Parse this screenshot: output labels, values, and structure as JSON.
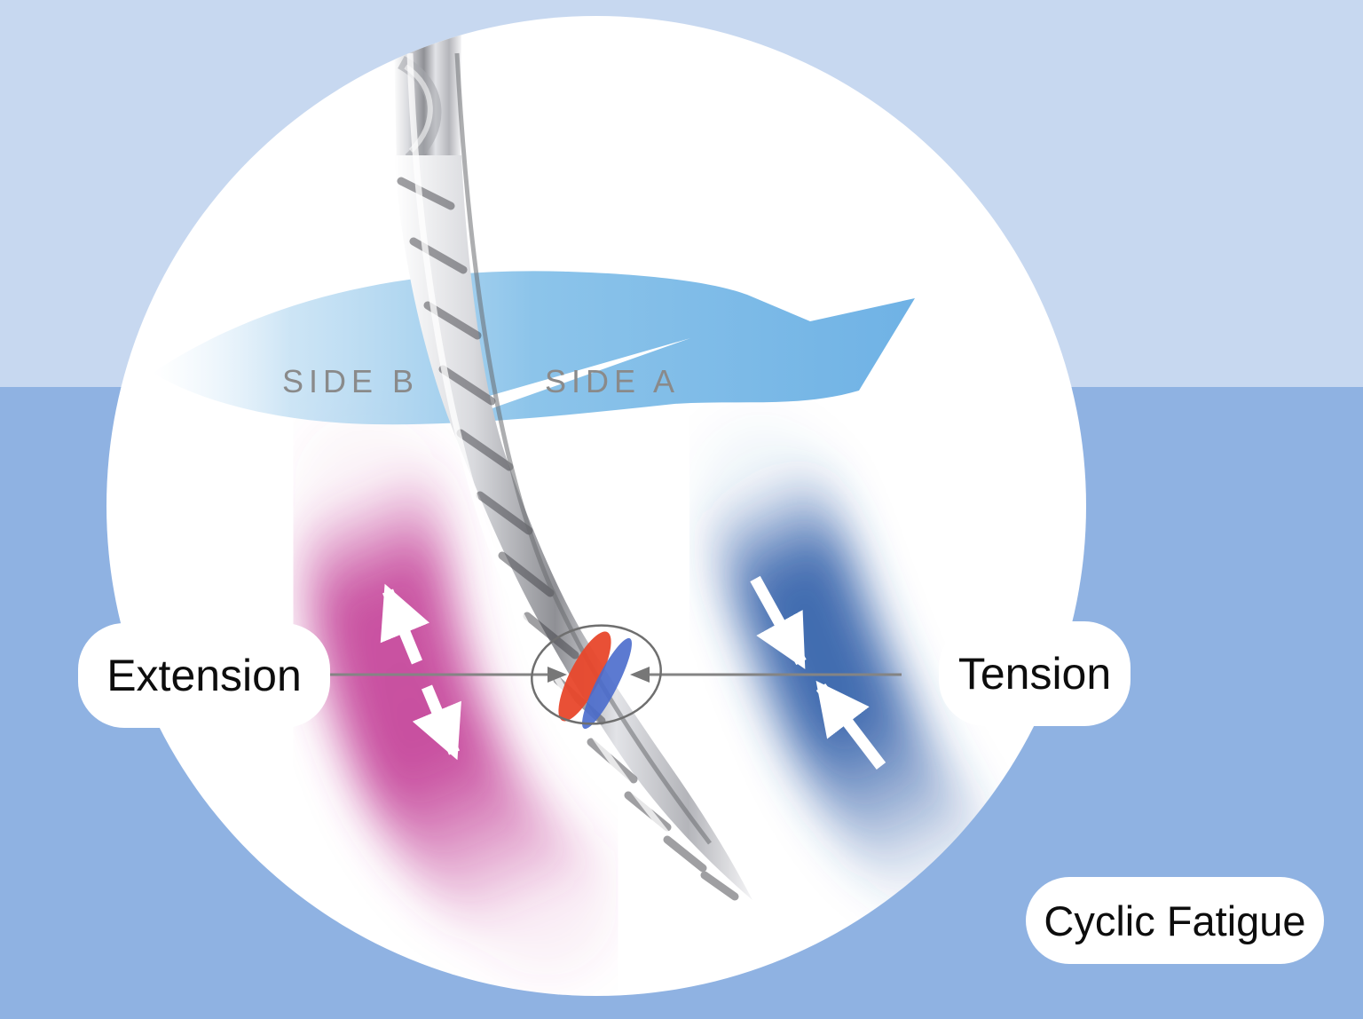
{
  "diagram": {
    "title_label": "Cyclic Fatigue",
    "side_a_label": "SIDE A",
    "side_b_label": "SIDE B",
    "extension_label": "Extension",
    "tension_label": "Tension"
  },
  "colors": {
    "background_top": "#c7d8f0",
    "background_bottom": "#8fb2e2",
    "circle": "#ffffff",
    "rotation_arrow_blue": "#6fb2e5",
    "extension_band_magenta": "#c23c95",
    "tension_band_blue": "#2f5da8",
    "stress_red": "#e8472b",
    "stress_blue": "#4a6bcc",
    "guide_line_gray": "#848484",
    "side_label_gray": "#8a8a8a",
    "label_text": "#0d0d0d"
  },
  "icons": {
    "rotation_arrow": "curved-ribbon-arrow-rotating-right",
    "extension_arrows": "white-double-headed-diagonal-arrow",
    "tension_arrows": "two-white-arrows-converging",
    "flexure_marker": "ellipse-with-inward-arrowheads",
    "instrument": "spiral-endodontic-file"
  }
}
